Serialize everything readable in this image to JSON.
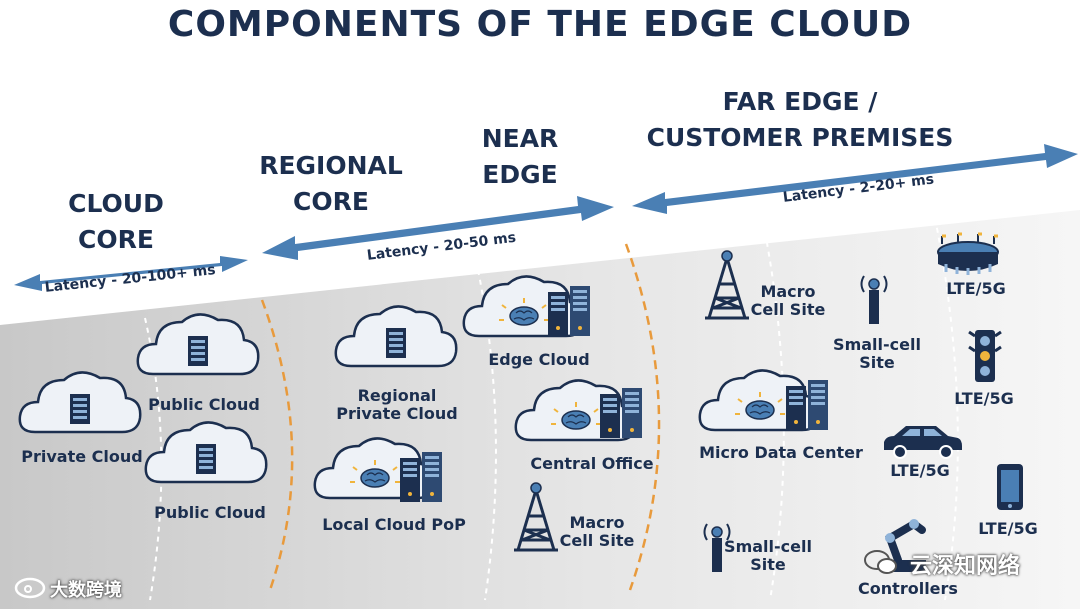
{
  "title": "COMPONENTS OF THE EDGE CLOUD",
  "zones": {
    "cloud_core": [
      "CLOUD",
      "CORE"
    ],
    "regional_core": [
      "REGIONAL",
      "CORE"
    ],
    "near_edge": [
      "NEAR",
      "EDGE"
    ],
    "far_edge": [
      "FAR EDGE /",
      "CUSTOMER PREMISES"
    ]
  },
  "latency": {
    "cloud_core": "Latency - 20-100+ ms",
    "regional": "Latency - 20-50 ms",
    "far_edge": "Latency - 2-20+ ms"
  },
  "nodes": {
    "private_cloud": "Private Cloud",
    "public_cloud_1": "Public Cloud",
    "public_cloud_2": "Public Cloud",
    "regional_private_cloud": [
      "Regional",
      "Private Cloud"
    ],
    "local_cloud_pop": "Local Cloud PoP",
    "edge_cloud": "Edge Cloud",
    "central_office": "Central Office",
    "macro_cell_near": [
      "Macro",
      "Cell Site"
    ],
    "macro_cell_far": [
      "Macro",
      "Cell Site"
    ],
    "small_cell_1": [
      "Small-cell",
      "Site"
    ],
    "small_cell_2": [
      "Small-cell",
      "Site"
    ],
    "micro_data_center": "Micro Data Center",
    "lte_stadium": "LTE/5G",
    "lte_traffic": "LTE/5G",
    "lte_car": "LTE/5G",
    "lte_phone": "LTE/5G",
    "controllers": "Controllers"
  },
  "watermarks": {
    "left": "大数跨境",
    "right": "云深知网络"
  },
  "colors": {
    "navy": "#1c2f4f",
    "arrow_blue": "#4a7fb4",
    "orange_divider": "#e89a3c",
    "grey_band": "#dcdcdc"
  }
}
